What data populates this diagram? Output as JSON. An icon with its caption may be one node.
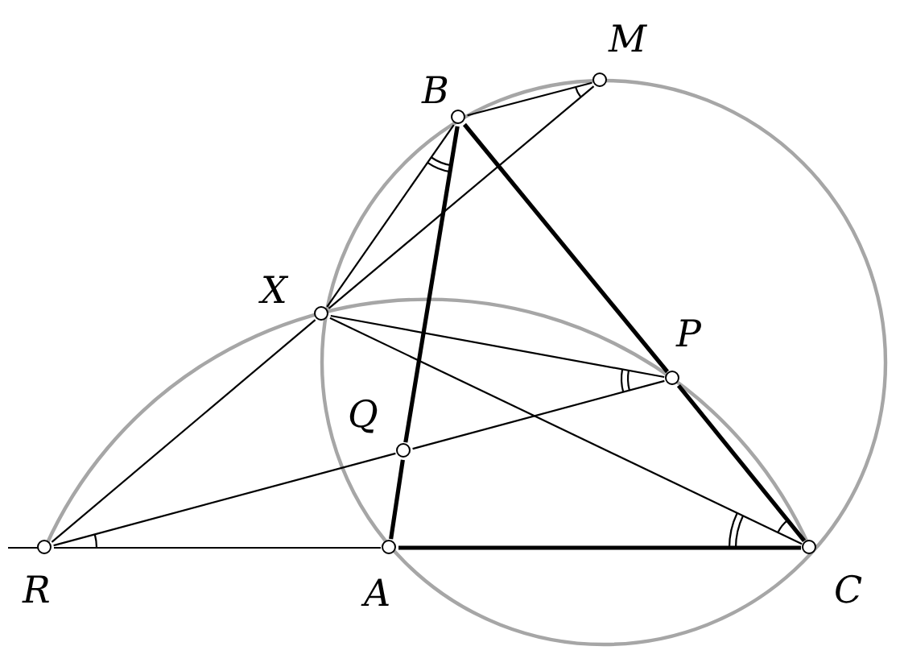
{
  "diagram": {
    "nodes": [
      {
        "text": [],
        "shape": "circle",
        "beside": [
          "M"
        ]
      },
      {
        "text": [],
        "shape": "circle",
        "beside": [
          "B"
        ]
      },
      {
        "text": [],
        "shape": "circle",
        "beside": [
          "X"
        ]
      },
      {
        "text": [],
        "shape": "circle",
        "beside": [
          "P"
        ]
      },
      {
        "text": [],
        "shape": "circle",
        "beside": [
          "Q"
        ]
      },
      {
        "text": [],
        "shape": "circle",
        "beside": [
          "R"
        ]
      },
      {
        "text": [],
        "shape": "circle",
        "beside": [
          "A"
        ]
      },
      {
        "text": [],
        "shape": "circle",
        "beside": [
          "C"
        ]
      }
    ],
    "edges": [
      {
        "from": 1,
        "to": 0,
        "arrow": "none"
      },
      {
        "from": 2,
        "to": 0,
        "arrow": "none"
      },
      {
        "from": 2,
        "to": 1,
        "arrow": "none"
      },
      {
        "from": 1,
        "to": 4,
        "arrow": "none",
        "style": "thick"
      },
      {
        "from": 4,
        "to": 6,
        "arrow": "none",
        "style": "thick"
      },
      {
        "from": 1,
        "to": 3,
        "arrow": "none",
        "style": "thick"
      },
      {
        "from": 3,
        "to": 7,
        "arrow": "none",
        "style": "thick"
      },
      {
        "from": 2,
        "to": 3,
        "arrow": "none"
      },
      {
        "from": 2,
        "to": 7,
        "arrow": "none"
      },
      {
        "from": 2,
        "to": 5,
        "arrow": "none"
      },
      {
        "from": 5,
        "to": 4,
        "arrow": "none"
      },
      {
        "from": 4,
        "to": 3,
        "arrow": "none"
      },
      {
        "from": 5,
        "to": 6,
        "arrow": "none"
      },
      {
        "from": 6,
        "to": 7,
        "arrow": "none",
        "style": "thick"
      }
    ]
  }
}
